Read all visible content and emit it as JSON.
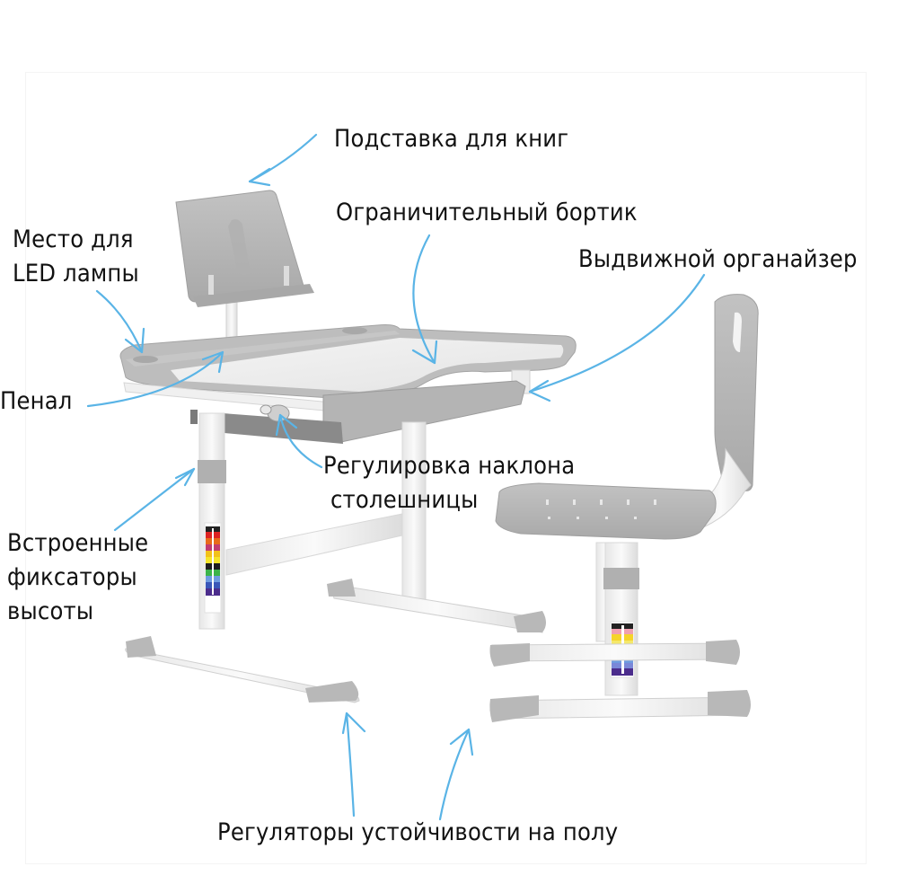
{
  "diagram": {
    "subject": "children's desk and chair set",
    "arrow_color": "#5ab4e6",
    "product_color": "#b3b3b3",
    "frame_color": "#f2f2f2"
  },
  "labels": {
    "book_stand": "Подставка для книг",
    "edge_stopper": "Ограничительный бортик",
    "led_place_line1": "Место для",
    "led_place_line2": "LED лампы",
    "drawer_organizer": "Выдвижной органайзер",
    "pencil_case": "Пенал",
    "tilt_adjust_line1": "Регулировка наклона",
    "tilt_adjust_line2": "столешницы",
    "height_locks_line1": "Встроенные",
    "height_locks_line2": "фиксаторы",
    "height_locks_line3": "высоты",
    "floor_levelers": "Регуляторы устойчивости на полу"
  }
}
